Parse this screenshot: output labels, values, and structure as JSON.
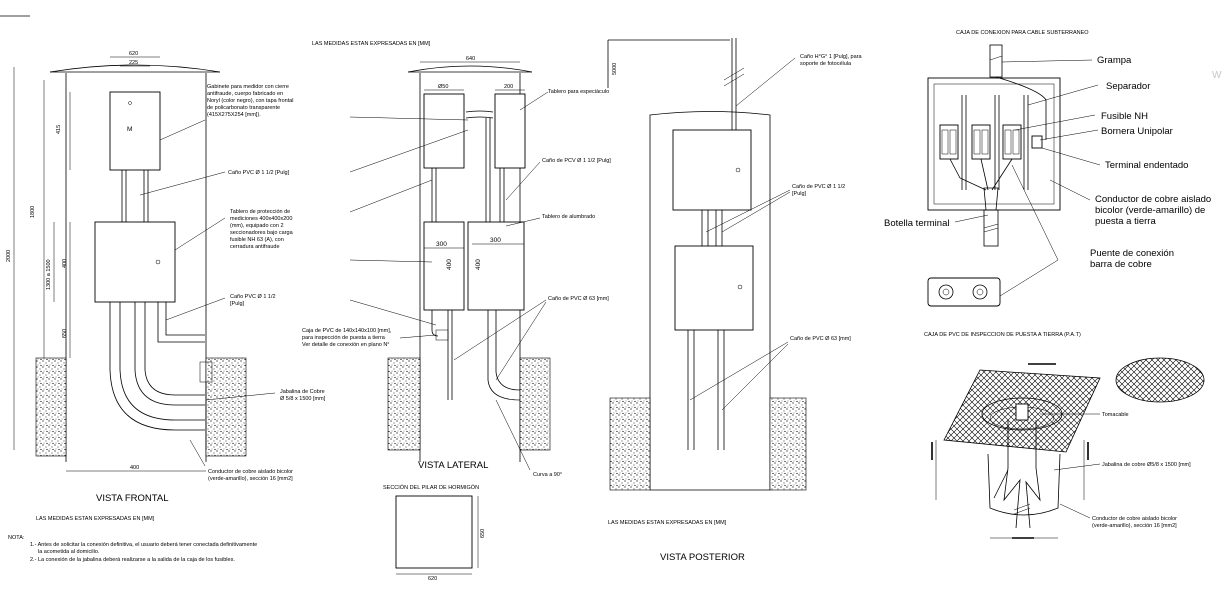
{
  "headers": {
    "measures_top": "LAS MEDIDAS ESTAN EXPRESADAS EN [MM]",
    "measures_bottom_left": "LAS MEDIDAS ESTAN EXPRESADAS EN [MM]",
    "measures_bottom_mid": "LAS MEDIDAS ESTAN EXPRESADAS EN [MM]",
    "conexion_title": "CAJA DE CONEXION PARA CABLE SUBTERRANEO",
    "pat_title": "CAJA DE PVC DE INSPECCION DE PUESTA A TIERRA (P.A.T)",
    "seccion_title": "SECCIÓN DEL PILAR DE HORMIGÓN"
  },
  "views": {
    "frontal": "VISTA FRONTAL",
    "lateral": "VISTA LATERAL",
    "posterior": "VISTA POSTERIOR"
  },
  "frontal": {
    "dims": {
      "w620": "620",
      "w225": "225",
      "d415": "415",
      "d1800": "1800",
      "d2000": "2000",
      "d1300": "1300 a 1500",
      "d400": "400",
      "d650": "650",
      "w400": "400"
    },
    "gabinete": [
      "Gabinete para medidor con cierre",
      "antifraude, cuerpo fabricado en",
      "Noryl (color negro), con tapa frontal",
      "de policarbonato transparente",
      "(415X275X254 [mm])."
    ],
    "cano1": "Caño PVC Ø 1 1/2 [Pulg]",
    "tablero": [
      "Tablero de protección de",
      "mediciones 400x400x200",
      "(mm), equipado con 2",
      "seccionadores bajo carga",
      "fusible NH 63 (A), con",
      "cerradura antifraude"
    ],
    "cano2": [
      "Caño PVC  Ø 1 1/2",
      "[Pulg]"
    ],
    "jabalina": [
      "Jabalina de Cobre",
      "Ø 5/8 x 1500 [mm]"
    ],
    "conductor": [
      "Conductor de cobre aislado bicolor",
      "(verde-amarillo), sección 16 [mm2]"
    ],
    "meter_label": "M"
  },
  "notes": {
    "title": "NOTA:",
    "n1a": "1.- Antes de solicitar la conexión definitiva, el usuario deberá tener conectada definitivamente",
    "n1b": "la acometida al domicilio.",
    "n2": "2.- La conexión de la jabalina deberá realizarse a la salida de la caja de los fusibles."
  },
  "lateral": {
    "dims": {
      "w640": "640",
      "w250": "Ø50",
      "w200": "200",
      "w300a": "300",
      "w300b": "300",
      "h400a": "400",
      "h400b": "400"
    },
    "tablero_esp": "Tablero para especiáculo",
    "cano_pcv": "Caño de PCV Ø 1 1/2 [Pulg]",
    "tablero_alum": "Tablero de alumbrado",
    "cano63": "Caño de PVC Ø 63 [mm]",
    "caja": [
      "Caja de PVC de 140x140x100 [mm],",
      "para inspección de puesta a tierra",
      "Ver detalle de conexión en plano N°"
    ],
    "curva": "Curva a 90°"
  },
  "seccion": {
    "h": "650",
    "w": "620"
  },
  "posterior": {
    "dim5000": "5000",
    "cano_hg": [
      "Caño H°G° 1 [Pulg], para",
      "soporte de fotocélula"
    ],
    "cano_pvc": [
      "Caño de PVC Ø 1 1/2",
      "[Pulg]"
    ],
    "cano63": "Caño de PVC  Ø 63 [mm]"
  },
  "conexion": {
    "grampa": "Grampa",
    "separador": "Separador",
    "fusible": "Fusible NH",
    "bornera": "Bornera Unipolar",
    "terminal": "Terminal endentado",
    "conductor": [
      "Conductor de cobre aislado",
      "bicolor (verde-amarillo) de",
      "puesta a tierra"
    ],
    "botella": "Botella terminal",
    "puente": [
      "Puente de conexión",
      "barra de cobre"
    ]
  },
  "pat": {
    "tomacable": "Tomacable",
    "jabalina": "Jabalina de cobre  Ø5/8 x 1500 [mm]",
    "conductor": [
      "Conductor de cobre aislado bicolor",
      "(verde-amarillo), sección 16 [mm2]"
    ]
  },
  "watermark": "W"
}
